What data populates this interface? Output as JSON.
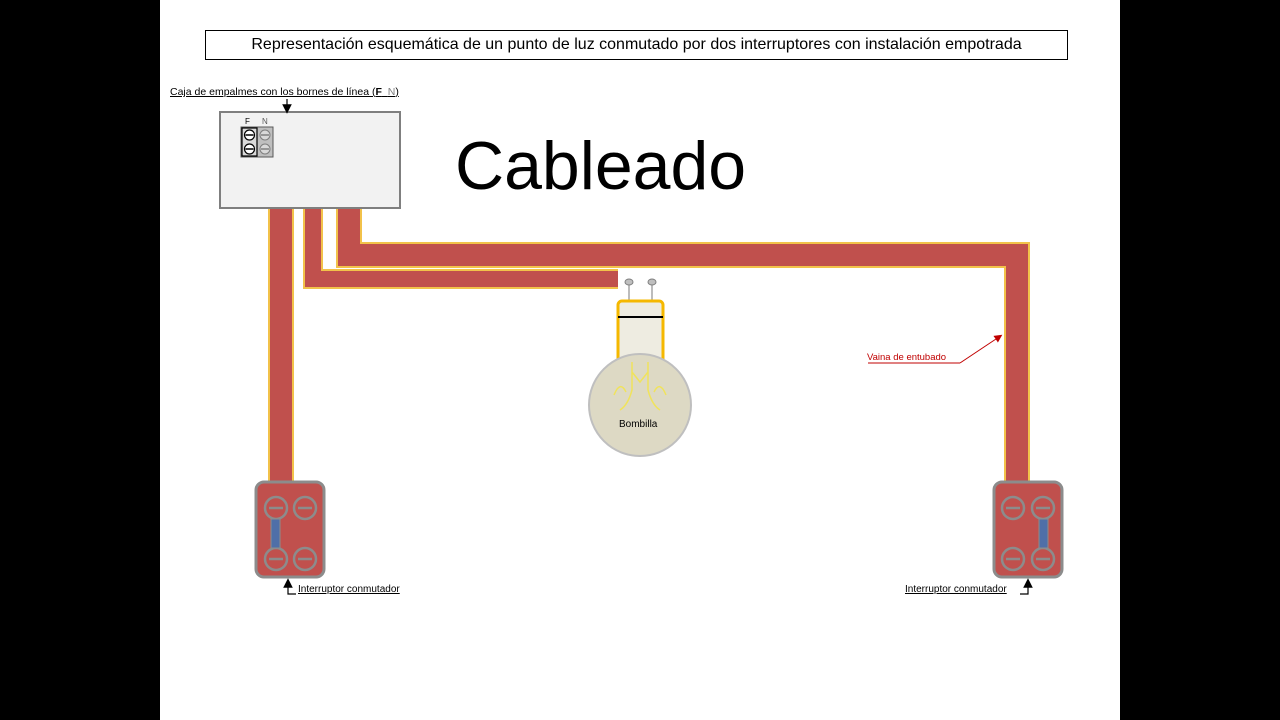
{
  "slide": {
    "title": "Representación esquemática de un punto de luz conmutado por dos interruptores con instalación empotrada",
    "heading": "Cableado"
  },
  "junction_box": {
    "label_pre": "Caja de empalmes con los bornes de línea (",
    "label_f": "F",
    "label_mid": "  ",
    "label_n": "N",
    "label_post": ")",
    "terminal_f": "F",
    "terminal_n": "N"
  },
  "lamp": {
    "label": "Bombilla"
  },
  "conduit": {
    "label": "Vaina de entubado"
  },
  "switches": {
    "left_label": "Interruptor conmutador",
    "right_label": "Interruptor conmutador"
  },
  "colors": {
    "conduit_fill": "#c0504d",
    "conduit_edge": "#f2c24a",
    "switch_body": "#c0504d",
    "switch_border": "#8c8c8c",
    "rocker": "#4f6fa8",
    "bulb_glass": "#ddd9c4",
    "socket_outline": "#f5b800",
    "annotation_red": "#c00000"
  }
}
